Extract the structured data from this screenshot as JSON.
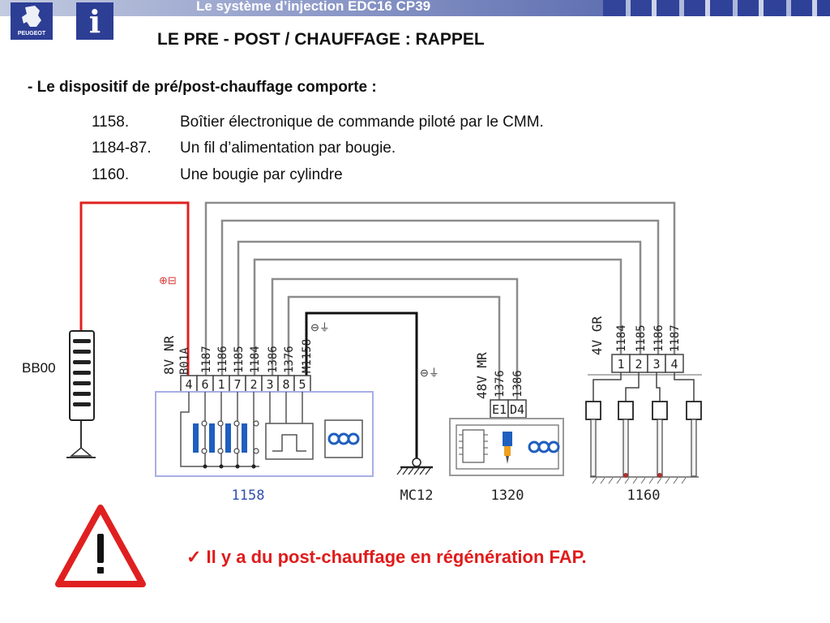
{
  "header": {
    "app_title": "Le système d’injection EDC16 CP39",
    "logo_text": "PEUGEOT",
    "info_glyph": "i"
  },
  "slide": {
    "title": "LE PRE - POST / CHAUFFAGE : RAPPEL",
    "intro": "- Le dispositif de pré/post-chauffage comporte :",
    "items": [
      {
        "code": "1158.",
        "text": "Boîtier électronique de commande piloté par le CMM."
      },
      {
        "code": "1184-87.",
        "text": "Un fil d’alimentation par bougie."
      },
      {
        "code": "1160.",
        "text": "Une bougie par cylindre"
      }
    ],
    "note": "✓ Il y a du post-chauffage en régénération FAP."
  },
  "diagram": {
    "bb00_label": "BB00",
    "battery_symbol": "⊕⊟",
    "ground_symbol": "⊖⏚",
    "ecu": {
      "label": "1158",
      "connector": "8V NR",
      "connector_ref": "B01A",
      "wires": [
        "1187",
        "1186",
        "1185",
        "1184",
        "1386",
        "1376",
        "M1158"
      ],
      "pins": [
        "4",
        "6",
        "1",
        "7",
        "2",
        "3",
        "8",
        "5"
      ]
    },
    "mc12": {
      "label": "MC12"
    },
    "sensor": {
      "label": "1320",
      "connector": "48V MR",
      "wires": [
        "1376",
        "1386"
      ],
      "pins": [
        "E1",
        "D4"
      ]
    },
    "plugs": {
      "label": "1160",
      "connector": "4V GR",
      "wires": [
        "1184",
        "1185",
        "1186",
        "1187"
      ],
      "pins": [
        "1",
        "2",
        "3",
        "4"
      ]
    },
    "colors": {
      "power_wire": "#e02020",
      "signal_wire": "#8c8c8c",
      "ground_wire": "#111111",
      "frame": "#a8aee6",
      "component_blue": "#1f5fbf"
    }
  }
}
